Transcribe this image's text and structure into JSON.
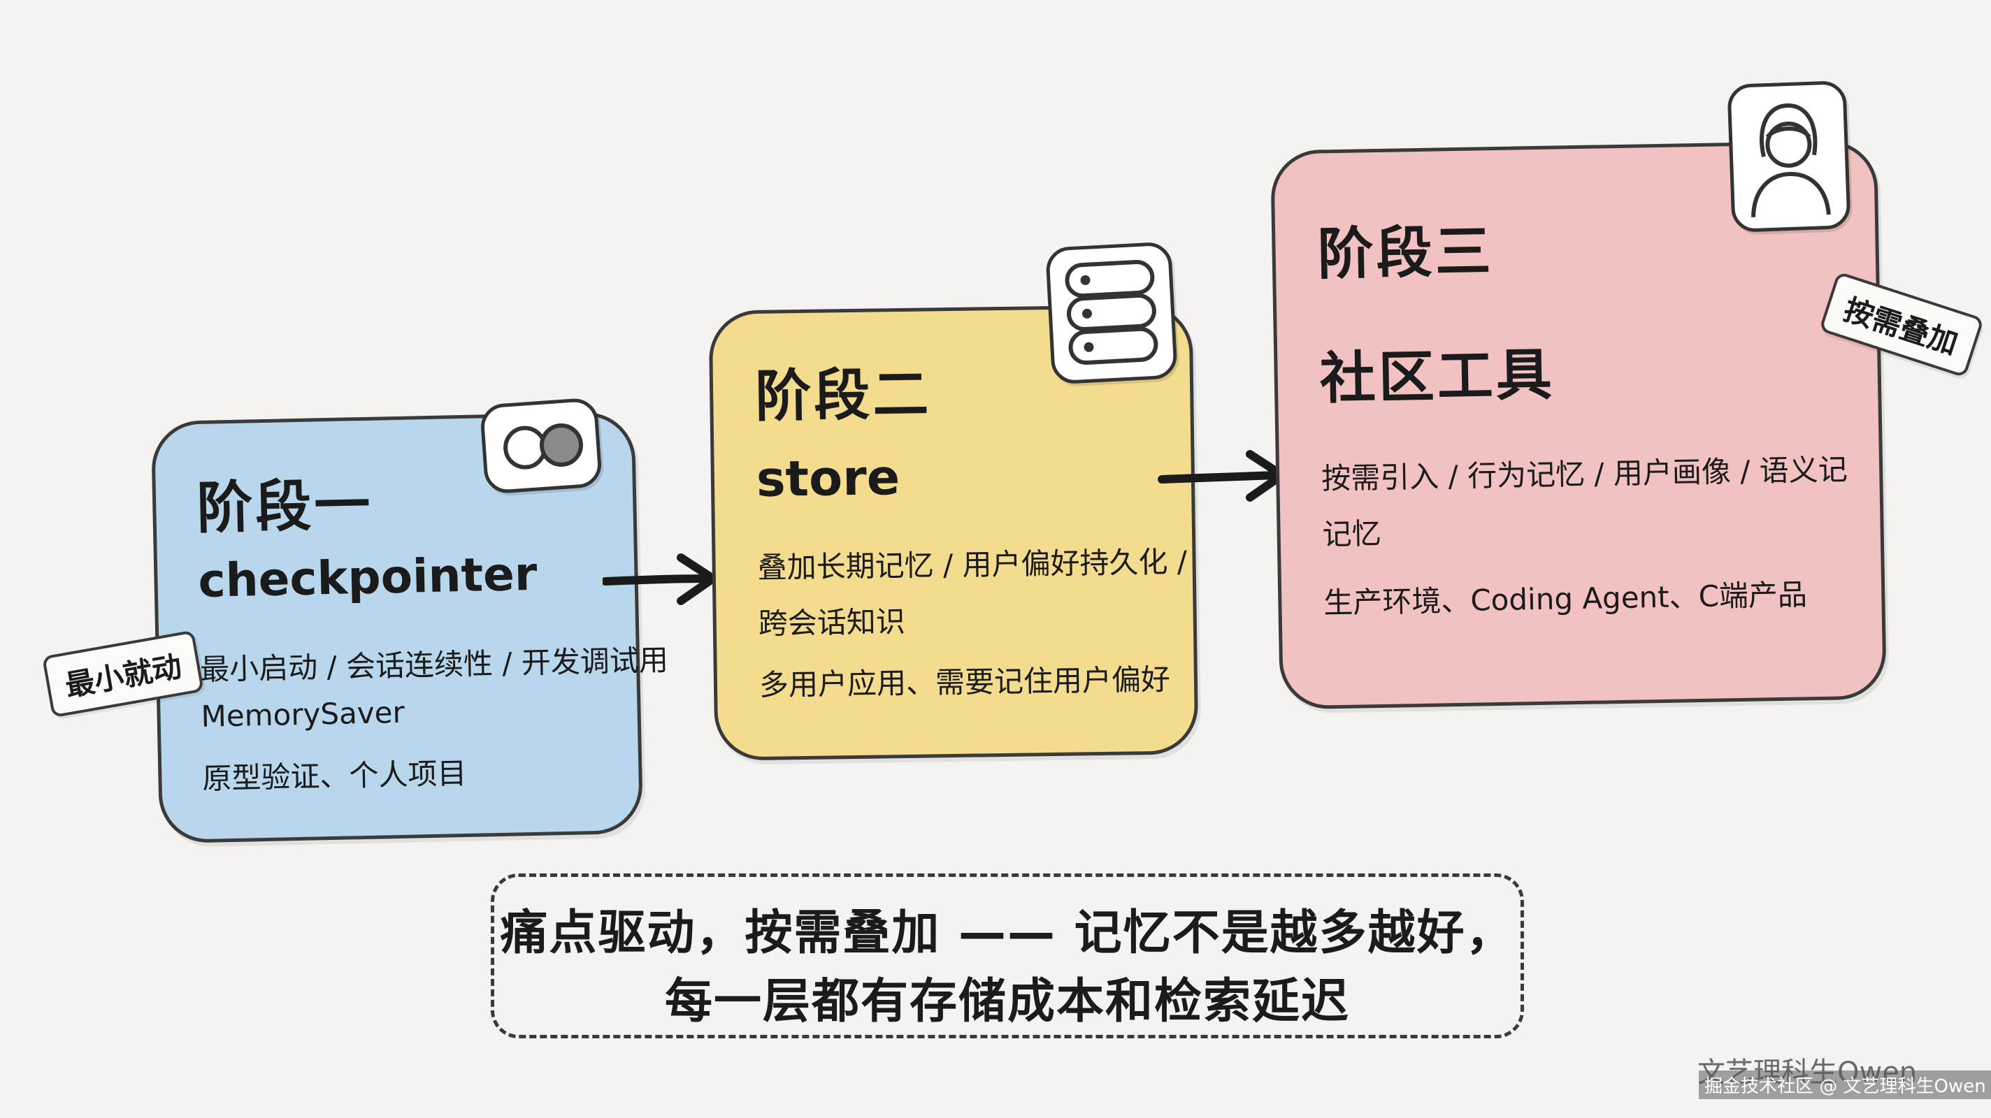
{
  "stages": [
    {
      "title": "阶段一",
      "subtitle": "checkpointer",
      "lines": [
        "最小启动 / 会话连续性 / 开发调试用",
        "MemorySaver",
        "原型验证、个人项目"
      ],
      "tag": "最小就动",
      "icon": "toggle-icon",
      "color": "#b9d7ec"
    },
    {
      "title": "阶段二",
      "subtitle": "store",
      "lines": [
        "叠加长期记忆 / 用户偏好持久化 /",
        "跨会话知识",
        "多用户应用、需要记住用户偏好"
      ],
      "icon": "database-icon",
      "color": "#f4dc8f"
    },
    {
      "title": "阶段三",
      "subtitle": "社区工具",
      "lines": [
        "按需引入 / 行为记忆 / 用户画像 / 语义记",
        "记忆",
        "生产环境、Coding Agent、C端产品"
      ],
      "tag": "按需叠加",
      "icon": "user-avatar-icon",
      "color": "#f1c2c1"
    }
  ],
  "summary": {
    "line1": "痛点驱动，按需叠加 —— 记忆不是越多越好，",
    "line2": "每一层都有存储成本和检索延迟"
  },
  "watermark": {
    "text": "文艺理科生Owen",
    "platform": "掘金技术社区 @ 文艺理科生Owen"
  }
}
